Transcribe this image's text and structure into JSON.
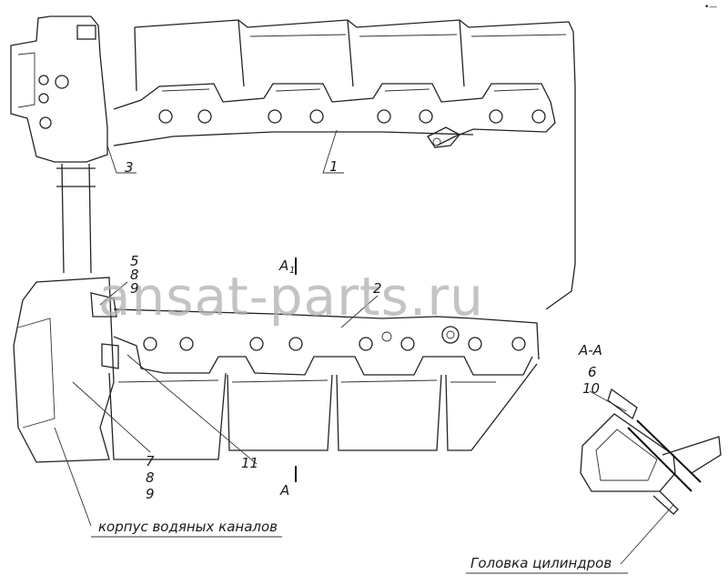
{
  "watermark": "ansat-parts.ru",
  "corner_mark": "•—",
  "callouts": {
    "c1": "1",
    "c2": "2",
    "c3": "3",
    "c5": "5",
    "c8a": "8",
    "c9a": "9",
    "c6": "6",
    "c10": "10",
    "c7": "7",
    "c8b": "8",
    "c9b": "9",
    "c11": "11"
  },
  "section": {
    "view_title": "А-А",
    "mark_top": "А",
    "mark_top_index": "1",
    "mark_bottom": "А"
  },
  "captions": {
    "water_housing": "корпус водяных каналов",
    "cylinder_head": "Головка цилиндров"
  }
}
